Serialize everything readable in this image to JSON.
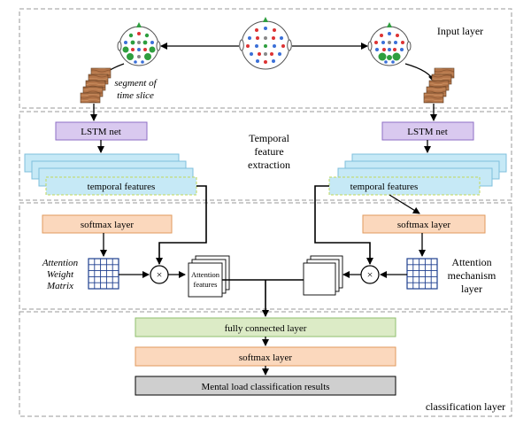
{
  "layers": {
    "input": "Input layer",
    "temporal": [
      "Temporal",
      "feature",
      "extraction"
    ],
    "attention": [
      "Attention",
      "mechanism",
      "layer"
    ],
    "classification": "classification layer"
  },
  "segment_label": [
    "segment of",
    "time slice"
  ],
  "lstm_label": "LSTM net",
  "temporal_features_label": "temporal features",
  "softmax_label": "softmax layer",
  "awm_label": [
    "Attention",
    "Weight",
    "Matrix"
  ],
  "attention_features_label": [
    "Attention",
    "features"
  ],
  "multiply_symbol": "×",
  "fully_connected_label": "fully connected layer",
  "final_softmax_label": "softmax layer",
  "results_label": "Mental load classification results",
  "colors": {
    "lstm_fill": "#d9c9ef",
    "lstm_stroke": "#8e6ec4",
    "temporal_fill": "#c6e9f6",
    "temporal_stroke": "#7fbfdc",
    "temporal_front_stroke": "#c2d85a",
    "softmax_fill": "#fbd8bd",
    "softmax_stroke": "#e09a5d",
    "fc_fill": "#dcebc6",
    "fc_stroke": "#8fbf6d",
    "result_fill": "#cfcfcf",
    "grid_stroke": "#1f3f8f",
    "wood": "#b5764a",
    "wood_dark": "#8a5530"
  },
  "icons": [
    "eeg-headmap-icon",
    "wooden-block-stack-icon",
    "attention-grid-icon",
    "multiply-circle-icon",
    "feature-cards-icon"
  ]
}
